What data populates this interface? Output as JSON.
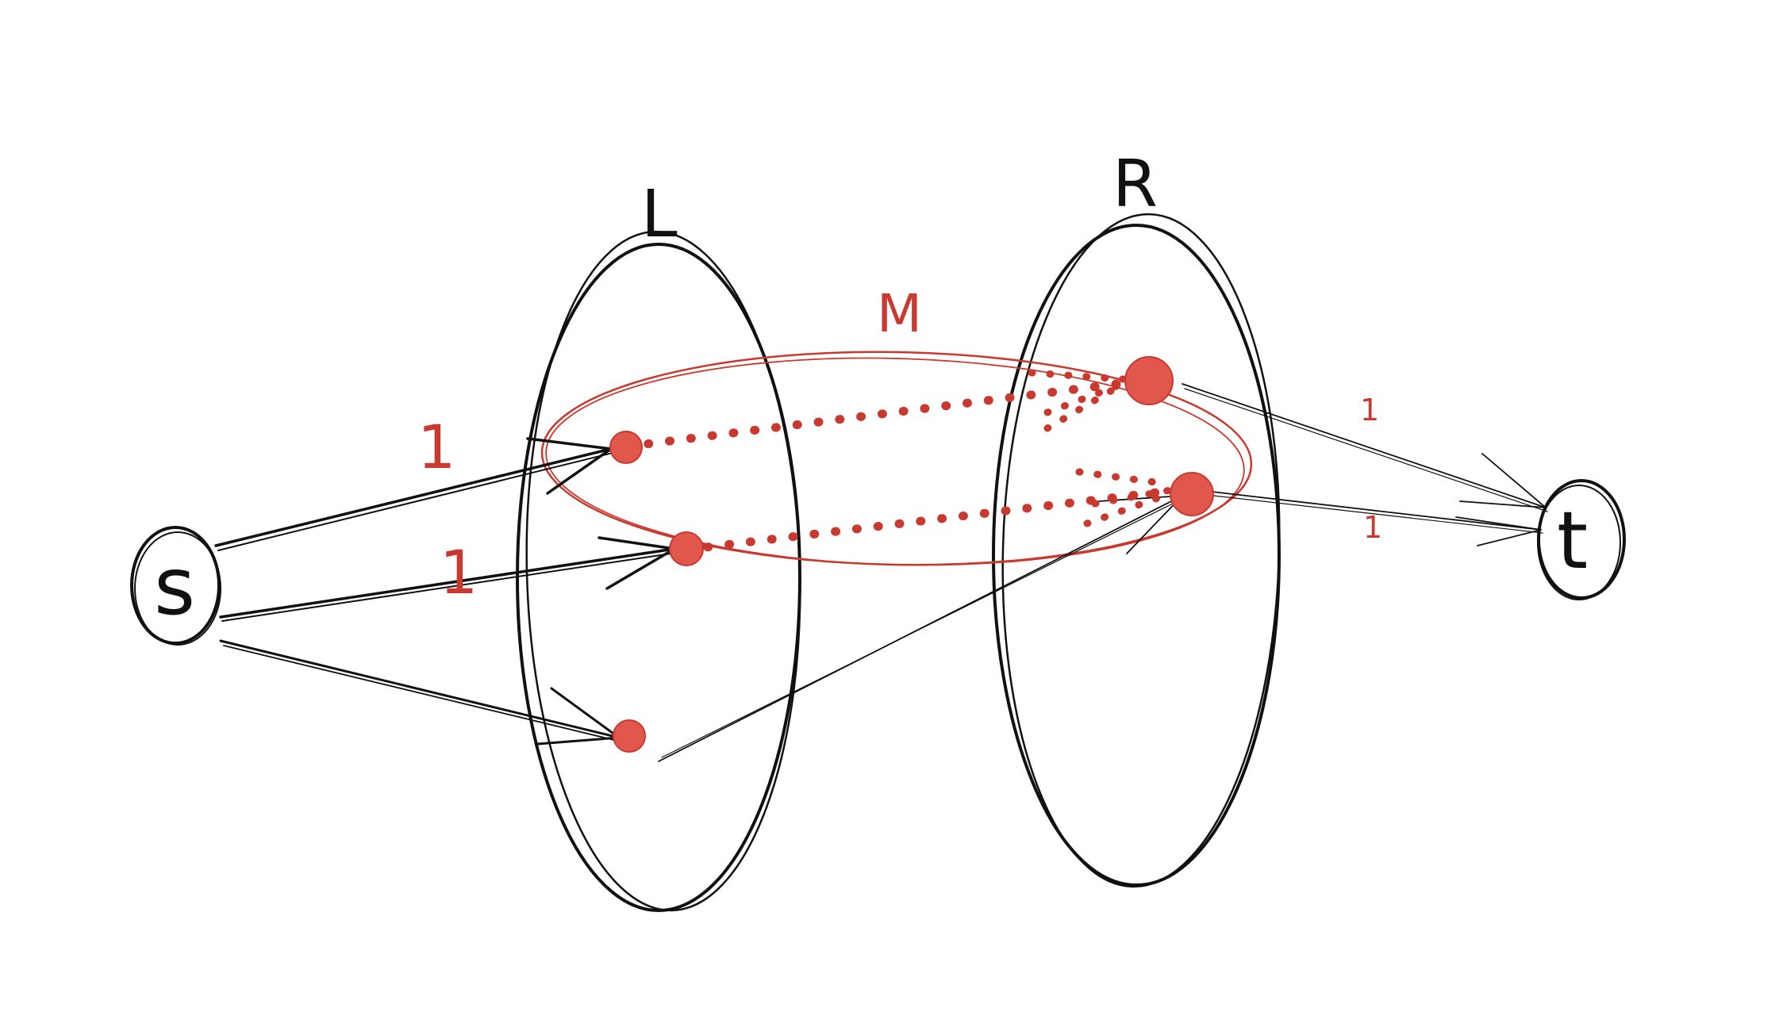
{
  "diagram": {
    "sets": {
      "left": "L",
      "right": "R"
    },
    "matching": "M",
    "source": "s",
    "sink": "t",
    "edge_capacity_labels": {
      "s_to_l1": "1",
      "s_to_l2": "1",
      "r1_to_t": "1",
      "r2_to_t": "1"
    }
  },
  "colors": {
    "ink": "#111111",
    "highlight": "#c8392f",
    "node_fill": "#e2574c"
  }
}
